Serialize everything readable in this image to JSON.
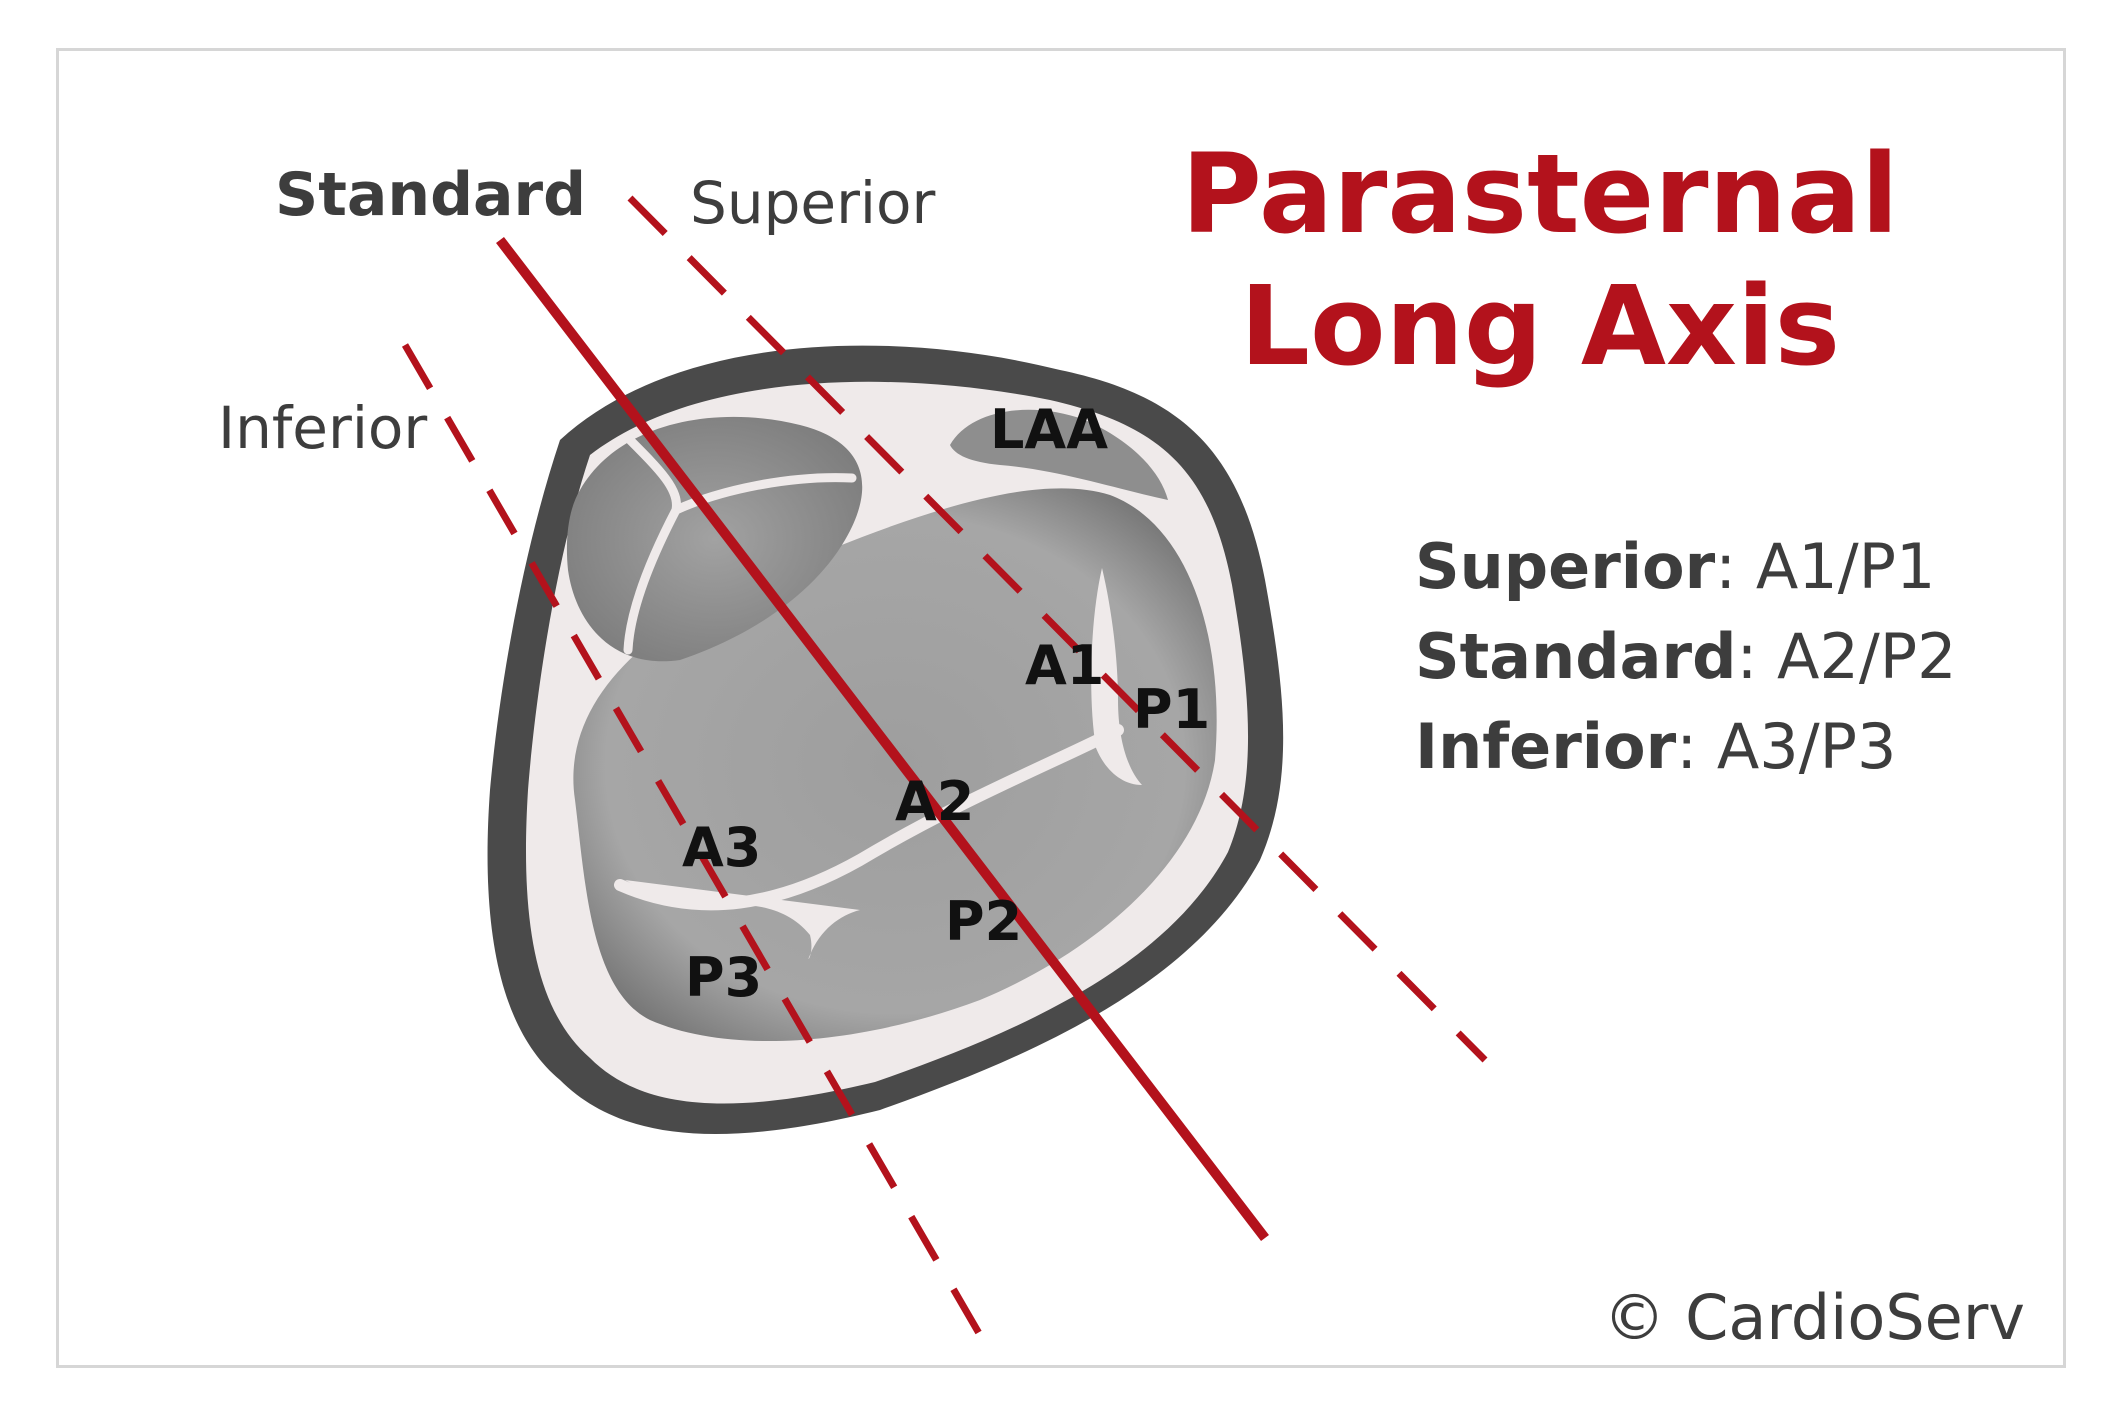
{
  "title": {
    "line1": "Parasternal",
    "line2": "Long Axis"
  },
  "plane_labels": {
    "standard": "Standard",
    "superior": "Superior",
    "inferior": "Inferior"
  },
  "legend": [
    {
      "name": "Superior",
      "value": ": A1/P1"
    },
    {
      "name": "Standard",
      "value": ": A2/P2"
    },
    {
      "name": "Inferior",
      "value": ": A3/P3"
    }
  ],
  "segments": {
    "laa": "LAA",
    "a1": "A1",
    "p1": "P1",
    "a2": "A2",
    "p2": "P2",
    "a3": "A3",
    "p3": "P3"
  },
  "copyright": "© CardioServ",
  "colors": {
    "accent": "#b3121c",
    "dark_ring": "#4a4a4a",
    "light_fill": "#efeaea",
    "tissue": "#a3a3a3",
    "text": "#3d3d3d"
  }
}
